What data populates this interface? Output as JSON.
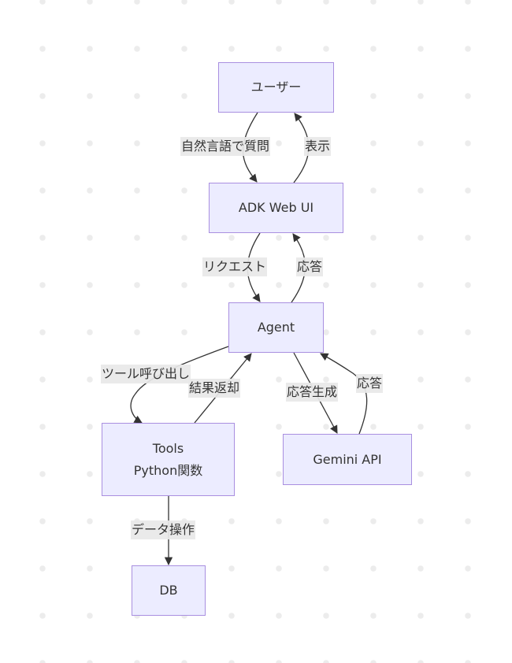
{
  "diagram": {
    "type": "flowchart",
    "colors": {
      "node_fill": "#ececff",
      "node_stroke": "#a98fe0",
      "edge": "#333333",
      "label_bg": "#e8e8e8",
      "text": "#333333"
    },
    "nodes": {
      "user": {
        "label": "ユーザー"
      },
      "adk": {
        "label": "ADK Web UI"
      },
      "agent": {
        "label": "Agent"
      },
      "tools": {
        "line1": "Tools",
        "line2": "Python関数"
      },
      "gemini": {
        "label": "Gemini API"
      },
      "db": {
        "label": "DB"
      }
    },
    "edges": {
      "user_to_adk": {
        "from": "ユーザー",
        "to": "ADK Web UI",
        "label": "自然言語で質問"
      },
      "adk_to_user": {
        "from": "ADK Web UI",
        "to": "ユーザー",
        "label": "表示"
      },
      "adk_to_agent": {
        "from": "ADK Web UI",
        "to": "Agent",
        "label": "リクエスト"
      },
      "agent_to_adk": {
        "from": "Agent",
        "to": "ADK Web UI",
        "label": "応答"
      },
      "agent_to_tools": {
        "from": "Agent",
        "to": "Tools",
        "label": "ツール呼び出し"
      },
      "tools_to_agent": {
        "from": "Tools",
        "to": "Agent",
        "label": "結果返却"
      },
      "agent_to_gemini": {
        "from": "Agent",
        "to": "Gemini API",
        "label": "応答生成"
      },
      "gemini_to_agent": {
        "from": "Gemini API",
        "to": "Agent",
        "label": "応答"
      },
      "tools_to_db": {
        "from": "Tools",
        "to": "DB",
        "label": "データ操作"
      }
    }
  }
}
